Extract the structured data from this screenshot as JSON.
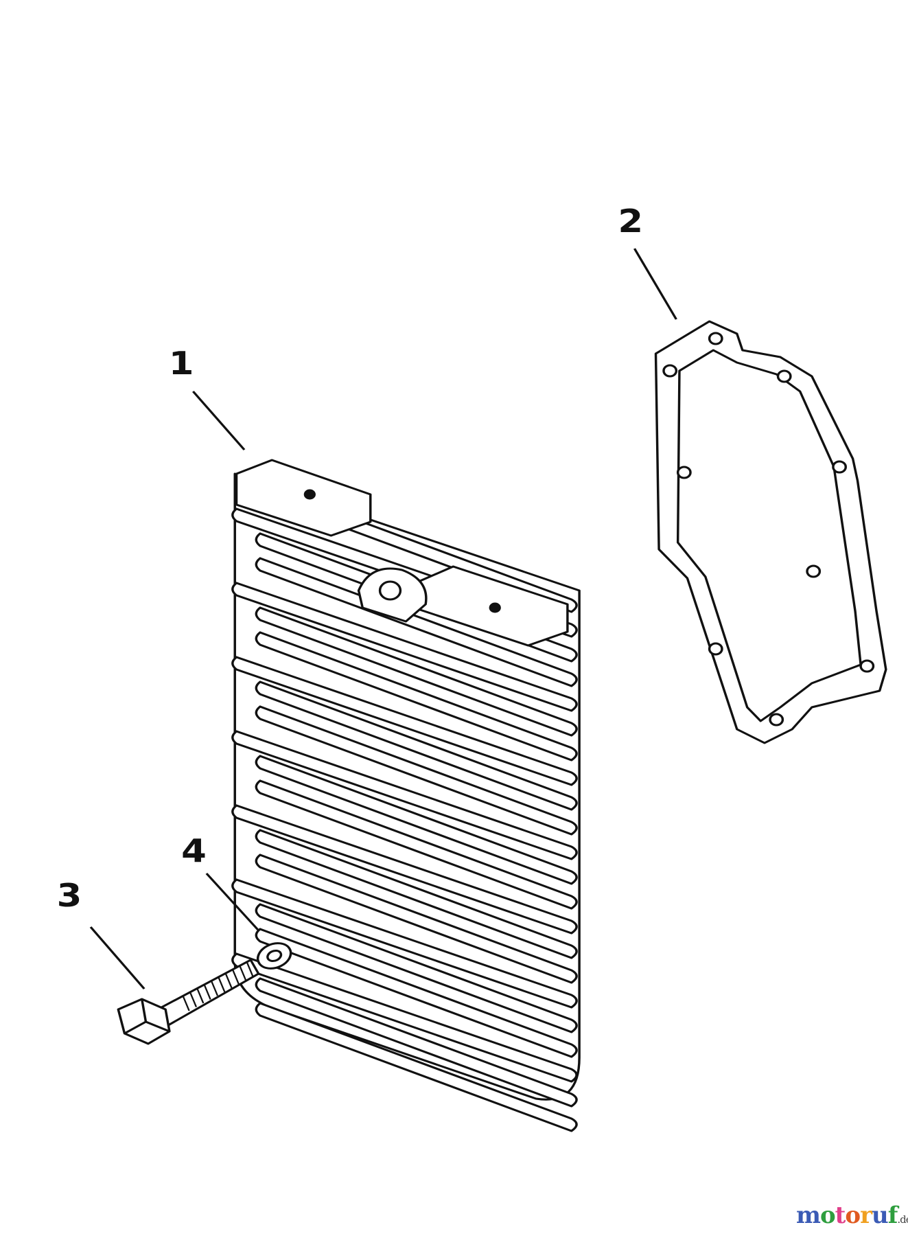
{
  "callouts": [
    {
      "id": "1",
      "part": "cylinder-head"
    },
    {
      "id": "2",
      "part": "gasket"
    },
    {
      "id": "3",
      "part": "bolt"
    },
    {
      "id": "4",
      "part": "washer"
    }
  ],
  "watermark": {
    "text": "motoruf",
    "suffix": ".de",
    "colors": [
      "#3b5bb5",
      "#2e9e3e",
      "#e0408a",
      "#e05a20",
      "#f0a020"
    ]
  }
}
